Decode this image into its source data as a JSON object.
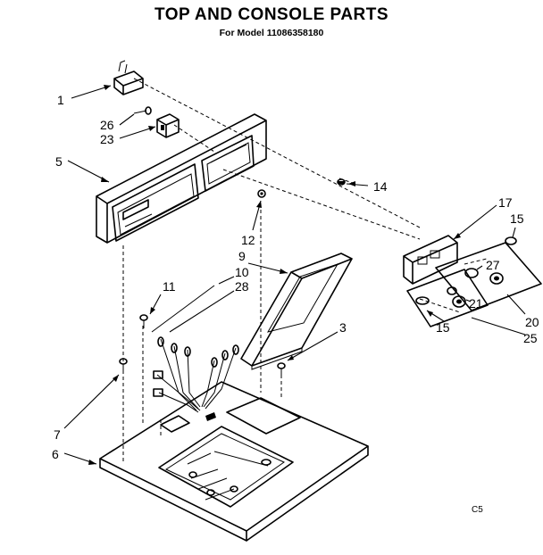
{
  "title": "TOP AND CONSOLE PARTS",
  "subtitle": "For Model 11086358180",
  "page_code": "C5",
  "callouts": {
    "c1": "1",
    "c26": "26",
    "c23": "23",
    "c5": "5",
    "c14": "14",
    "c12": "12",
    "c9": "9",
    "c10": "10",
    "c28": "28",
    "c11": "11",
    "c17": "17",
    "c15a": "15",
    "c27": "27",
    "c21": "21",
    "c20": "20",
    "c15b": "15",
    "c25": "25",
    "c3": "3",
    "c7": "7",
    "c6": "6"
  }
}
